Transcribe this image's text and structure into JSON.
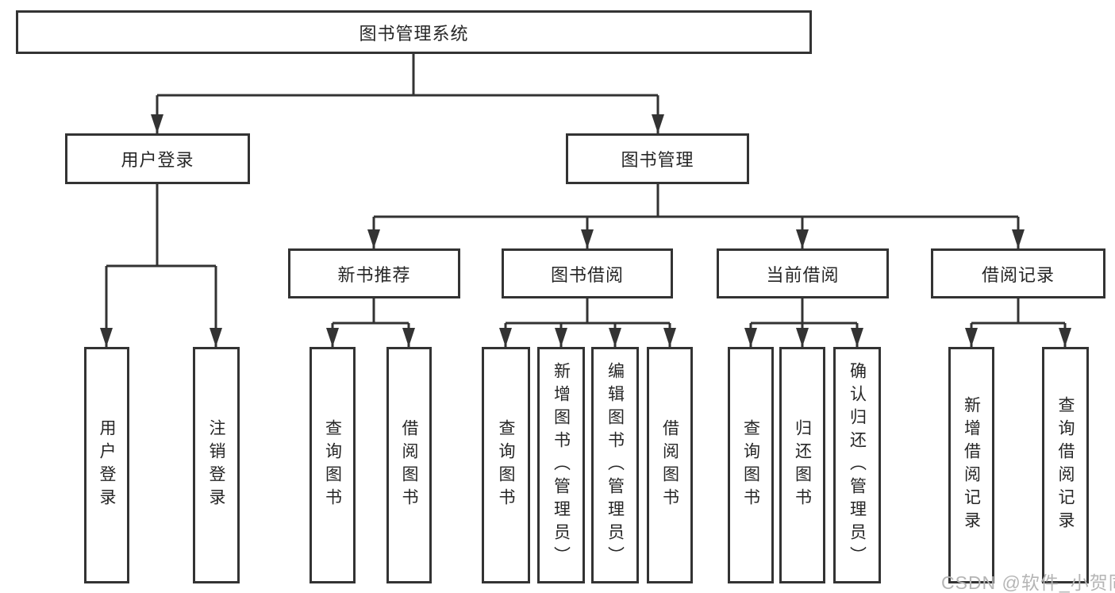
{
  "colors": {
    "line": "#333333",
    "box_border": "#333333",
    "box_background": "#ffffff",
    "text": "#262626",
    "watermark": "#b5b5b5",
    "background": "#ffffff"
  },
  "watermark": {
    "text": "CSDN @软件_小贺同学"
  },
  "tree": {
    "label": "图书管理系统",
    "children": [
      {
        "label": "用户登录",
        "children": [
          {
            "label": "用户登录"
          },
          {
            "label": "注销登录"
          }
        ]
      },
      {
        "label": "图书管理",
        "children": [
          {
            "label": "新书推荐",
            "children": [
              {
                "label": "查询图书"
              },
              {
                "label": "借阅图书"
              }
            ]
          },
          {
            "label": "图书借阅",
            "children": [
              {
                "label": "查询图书"
              },
              {
                "label": "新增图书（管理员）"
              },
              {
                "label": "编辑图书（管理员）"
              },
              {
                "label": "借阅图书"
              }
            ]
          },
          {
            "label": "当前借阅",
            "children": [
              {
                "label": "查询图书"
              },
              {
                "label": "归还图书"
              },
              {
                "label": "确认归还（管理员）"
              }
            ]
          },
          {
            "label": "借阅记录",
            "children": [
              {
                "label": "新增借阅记录"
              },
              {
                "label": "查询借阅记录"
              }
            ]
          }
        ]
      }
    ]
  }
}
